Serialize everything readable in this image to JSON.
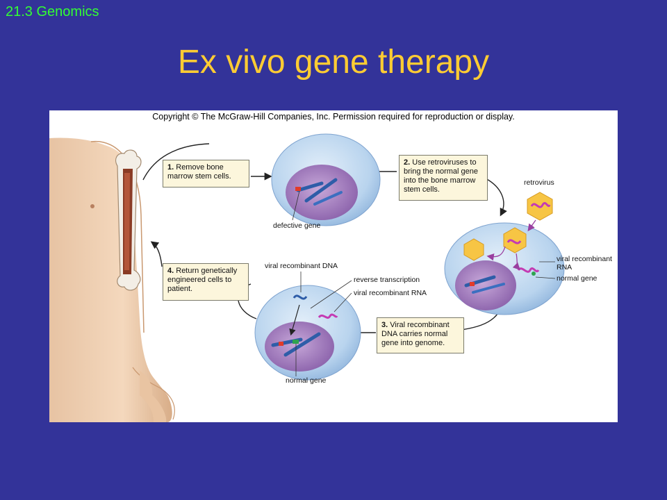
{
  "slide": {
    "section_label": "21.3 Genomics",
    "title": "Ex vivo gene therapy",
    "accent_title": "#ffcc33",
    "accent_section": "#33ff33",
    "background": "#333399"
  },
  "figure": {
    "copyright": "Copyright © The McGraw-Hill Companies, Inc. Permission required for reproduction or display.",
    "steps": [
      {
        "num": "1.",
        "text": "Remove bone marrow stem cells."
      },
      {
        "num": "2.",
        "text": "Use retroviruses to bring the normal gene into the bone marrow stem cells."
      },
      {
        "num": "3.",
        "text": "Viral recombinant DNA carries normal gene into genome."
      },
      {
        "num": "4.",
        "text": "Return genetically engineered cells to patient."
      }
    ],
    "labels": {
      "defective_gene": "defective gene",
      "retrovirus": "retrovirus",
      "viral_recombinant_rna_right": "viral recombinant RNA",
      "normal_gene_right": "normal gene",
      "viral_recombinant_dna": "viral recombinant DNA",
      "reverse_transcription": "reverse transcription",
      "viral_recombinant_rna_bottom": "viral recombinant RNA",
      "normal_gene_bottom": "normal gene"
    }
  }
}
